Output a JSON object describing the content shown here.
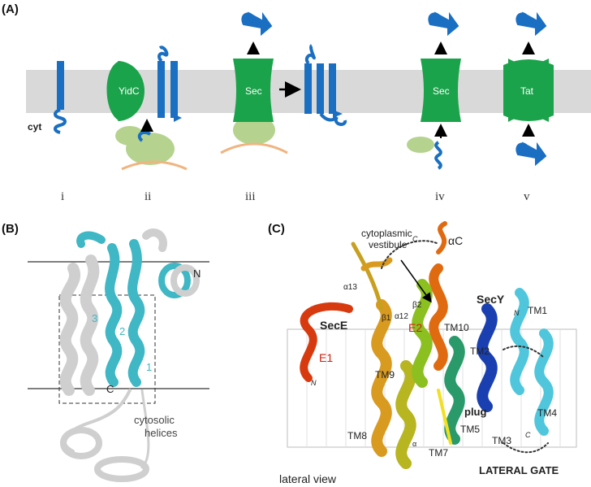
{
  "panels": {
    "A": {
      "label": "(A)",
      "membrane_label": "cyt",
      "translocase_labels": {
        "yidc": "YidC",
        "sec": "Sec",
        "sec2": "Sec",
        "tat": "Tat"
      },
      "pathways": [
        "i",
        "ii",
        "iii",
        "iv",
        "v"
      ]
    },
    "B": {
      "label": "(B)",
      "helix_numbers": [
        "1",
        "2",
        "3"
      ],
      "termini": {
        "n": "N",
        "c": "C"
      },
      "annotation": "cytosolic helices"
    },
    "C": {
      "label": "(C)",
      "labels": {
        "cytoplasmic": "cytoplasmic",
        "vestibule": "vestibule",
        "alpha_c": "αC",
        "c_top": "C",
        "alpha13": "α13",
        "alpha12": "α12",
        "beta1": "β1",
        "beta2": "β2",
        "secy": "SecY",
        "sece": "SecE",
        "e1": "E1",
        "e2": "E2",
        "n_left": "N",
        "n_right": "N",
        "tm1": "TM1",
        "tm2": "TM2",
        "tm3": "TM3",
        "tm4": "TM4",
        "tm5": "TM5",
        "tm7": "TM7",
        "tm8": "TM8",
        "tm9": "TM9",
        "tm10": "TM10",
        "plug": "plug",
        "c_tm3": "C",
        "alpha_small": "α",
        "lateral_gate": "LATERAL GATE",
        "lateral_view": "lateral view"
      }
    }
  },
  "colors": {
    "membrane": "#d9d9d9",
    "green": "#1aa34a",
    "blue": "#1a6fc2",
    "ribosome": "#b5d38f",
    "orange_line": "#f0b480",
    "cyan": "#3fb7c4",
    "gray_helix": "#d0d0d0"
  }
}
